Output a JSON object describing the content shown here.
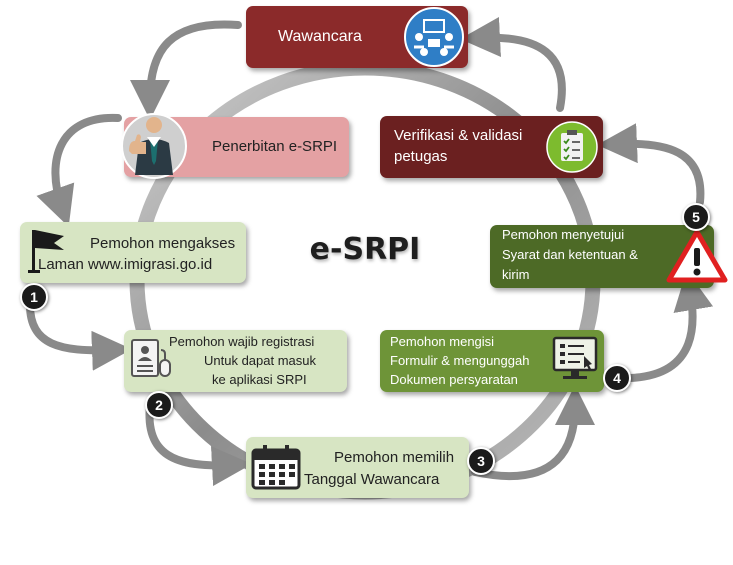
{
  "title": "e-SRPI",
  "colors": {
    "red_dark": "#8b2a2a",
    "maroon": "#6b2020",
    "pink": "#e4a1a3",
    "green_light": "#d7e5c3",
    "green": "#6e9438",
    "green_dark": "#4d6a26",
    "ring": "#9a9a9a",
    "arrow": "#8a8a8a"
  },
  "steps": [
    {
      "number": "",
      "lines": [
        "Wawancara"
      ],
      "icon": "meeting-icon"
    },
    {
      "number": "",
      "lines": [
        "Verifikasi & validasi",
        "petugas"
      ],
      "icon": "checklist-icon"
    },
    {
      "number": "5",
      "lines": [
        "Pemohon menyetujui",
        "Syarat dan ketentuan &",
        "kirim"
      ],
      "icon": "warning-icon"
    },
    {
      "number": "4",
      "lines": [
        "Pemohon mengisi",
        "Formulir & mengunggah",
        "Dokumen persyaratan"
      ],
      "icon": "monitor-form-icon"
    },
    {
      "number": "3",
      "lines": [
        "Pemohon memilih",
        "Tanggal Wawancara"
      ],
      "icon": "calendar-icon"
    },
    {
      "number": "2",
      "lines": [
        "Pemohon wajib registrasi",
        "Untuk dapat masuk",
        "ke aplikasi SRPI"
      ],
      "icon": "registration-icon"
    },
    {
      "number": "1",
      "lines": [
        "Pemohon mengakses",
        "Laman www.imigrasi.go.id"
      ],
      "icon": "flag-icon"
    },
    {
      "number": "",
      "lines": [
        "Penerbitan e-SRPI"
      ],
      "icon": "businessman-thumbs-up-icon"
    }
  ]
}
